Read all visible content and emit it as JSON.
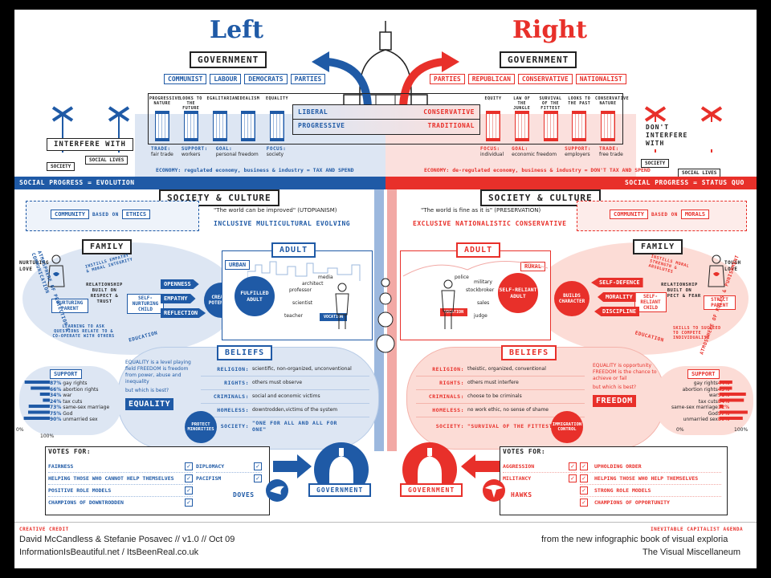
{
  "titles": {
    "left": "Left",
    "right": "Right"
  },
  "government": {
    "left_label": "GOVERNMENT",
    "right_label": "GOVERNMENT",
    "left_parties": [
      "COMMUNIST",
      "LABOUR",
      "DEMOCRATS",
      "PARTIES"
    ],
    "right_parties": [
      "PARTIES",
      "REPUBLICAN",
      "CONSERVATIVE",
      "NATIONALIST"
    ]
  },
  "pillars": {
    "left": [
      "PROGRESSIVE NATURE",
      "LOOKS TO THE FUTURE",
      "EGALITARIAN",
      "IDEALISM",
      "EQUALITY"
    ],
    "right": [
      "EQUITY",
      "LAW OF THE JUNGLE",
      "SURVIVAL OF THE FITTEST",
      "LOOKS TO THE PAST",
      "CONSERVATIVE NATURE"
    ]
  },
  "spectrum": {
    "liberal": "LIBERAL",
    "conservative": "CONSERVATIVE",
    "progressive": "PROGRESSIVE",
    "traditional": "TRADITIONAL"
  },
  "interfere": {
    "left": "INTERFERE WITH",
    "right": "DON'T INTERFERE WITH",
    "society": "SOCIETY",
    "social_lives": "SOCIAL LIVES"
  },
  "trade_left": [
    {
      "k": "TRADE:",
      "v": "fair trade"
    },
    {
      "k": "SUPPORT:",
      "v": "workers"
    },
    {
      "k": "GOAL:",
      "v": "personal freedom"
    },
    {
      "k": "FOCUS:",
      "v": "society"
    }
  ],
  "trade_right": [
    {
      "k": "FOCUS:",
      "v": "individual"
    },
    {
      "k": "GOAL:",
      "v": "economic freedom"
    },
    {
      "k": "SUPPORT:",
      "v": "employers"
    },
    {
      "k": "TRADE:",
      "v": "free trade"
    }
  ],
  "economy": {
    "left": "ECONOMY: regulated economy, business & industry = TAX AND SPEND",
    "right": "ECONOMY: de-regulated economy, business & industry = DON'T TAX AND SPEND"
  },
  "social_progress": {
    "left": "SOCIAL PROGRESS = EVOLUTION",
    "right": "SOCIAL PROGRESS = STATUS QUO"
  },
  "society_culture": {
    "label": "SOCIETY & CULTURE",
    "left_quote": "\"The world can be improved\" (UTOPIANISM)",
    "left_sub": "INCLUSIVE  MULTICULTURAL  EVOLVING",
    "right_quote": "\"The world is fine as it is\" (PRESERVATION)",
    "right_sub": "EXCLUSIVE NATIONALISTIC CONSERVATIVE",
    "community_left": "COMMUNITY",
    "based_on": "BASED ON",
    "ethics": "ETHICS",
    "community_right": "COMMUNITY",
    "morals": "MORALS"
  },
  "family": {
    "label": "FAMILY",
    "left": {
      "nurturing_love": "NURTURING LOVE",
      "instills": "INSTILLS EMPATHY & MORAL INTEGRITY",
      "parent": "NURTURING PARENT",
      "relationship": "RELATIONSHIP BUILT ON RESPECT & TRUST",
      "child": "SELF-NURTURING CHILD",
      "openness": "OPENNESS",
      "empathy": "EMPATHY",
      "reflection": "REFLECTION",
      "creates": "CREATES POTENTIAL",
      "learning": "LEARNING TO ASK QUESTIONS RELATE TO & CO-OPERATE WITH OTHERS",
      "education": "EDUCATION",
      "atmosphere": "ATMOSPHERE OF PROTECTION & COMMUNICATION"
    },
    "right": {
      "tough_love": "TOUGH LOVE",
      "instills": "INSTILLS MORAL STRENGTH & ABSOLUTES",
      "parent": "STRICT PARENT",
      "relationship": "RELATIONSHIP BUILT ON RESPECT & FEAR",
      "child": "SELF-RELIANT CHILD",
      "self_defence": "SELF-DEFENCE",
      "morality": "MORALITY",
      "discipline": "DISCIPLINE",
      "builds": "BUILDS CHARACTER",
      "skills": "SKILLS TO SUCCEED TO COMPETE INDIVIDUALISM",
      "education": "EDUCATION",
      "atmosphere": "ATMOSPHERE OF RULES & PUNISHMENT"
    }
  },
  "adult": {
    "label": "ADULT",
    "urban": "URBAN",
    "rural": "RURAL",
    "left_circle": "FULFILLED ADULT",
    "right_circle": "SELF-RELIANT ADULT",
    "vocation": "VOCATION",
    "left_jobs": [
      "architect",
      "professor",
      "media",
      "scientist",
      "teacher"
    ],
    "right_jobs": [
      "police",
      "military",
      "stockbroker",
      "sales",
      "judge"
    ]
  },
  "beliefs": {
    "label": "BELIEFS",
    "left": [
      {
        "k": "RELIGION:",
        "v": "scientific, non-organized, unconventional"
      },
      {
        "k": "RIGHTS:",
        "v": "others must observe"
      },
      {
        "k": "CRIMINALS:",
        "v": "social and economic victims"
      },
      {
        "k": "HOMELESS:",
        "v": "downtrodden,victims of the system"
      },
      {
        "k": "SOCIETY:",
        "v": "\"ONE FOR ALL AND ALL FOR ONE\""
      }
    ],
    "right": [
      {
        "k": "RELIGION:",
        "v": "theistic, organized, conventional"
      },
      {
        "k": "RIGHTS:",
        "v": "others must interfere"
      },
      {
        "k": "CRIMINALS:",
        "v": "choose to be criminals"
      },
      {
        "k": "HOMELESS:",
        "v": "no work ethic, no sense of shame"
      },
      {
        "k": "SOCIETY:",
        "v": "\"SURVIVAL OF THE FITTEST\""
      }
    ],
    "equality_text": "EQUALITY is a level playing field FREEDOM is freedom from power, abuse and inequality",
    "equality_q": "but which is best?",
    "equality": "EQUALITY",
    "freedom_text": "EQUALITY is opportunity FREEDOM is the chance to achieve or fail",
    "freedom_q": "but which is best?",
    "freedom": "FREEDOM",
    "protect": "PROTECT MINORITIES",
    "immigration": "IMMIGRATION CONTROL"
  },
  "support": {
    "label": "SUPPORT",
    "left": [
      {
        "pct": "87%",
        "item": "gay rights"
      },
      {
        "pct": "66%",
        "item": "abortion rights"
      },
      {
        "pct": "34%",
        "item": "war"
      },
      {
        "pct": "24%",
        "item": "tax cuts"
      },
      {
        "pct": "73%",
        "item": "same-sex marriage"
      },
      {
        "pct": "75%",
        "item": "God"
      },
      {
        "pct": "90%",
        "item": "unmarried sex"
      }
    ],
    "right": [
      {
        "pct": "44%",
        "item": "gay rights"
      },
      {
        "pct": "43%",
        "item": "abortion rights"
      },
      {
        "pct": "91%",
        "item": "war"
      },
      {
        "pct": "84%",
        "item": "tax cuts"
      },
      {
        "pct": "12%",
        "item": "same-sex marriage"
      },
      {
        "pct": "97%",
        "item": "God"
      },
      {
        "pct": "80%",
        "item": "unmarried sex"
      }
    ],
    "zero": "0%",
    "hundred": "100%"
  },
  "votes": {
    "label": "VOTES FOR:",
    "left_col1": [
      "FAIRNESS",
      "HELPING THOSE WHO CANNOT HELP THEMSELVES",
      "POSITIVE ROLE MODELS",
      "CHAMPIONS OF DOWNTRODDEN"
    ],
    "left_col2": [
      "DIPLOMACY",
      "PACIFISM"
    ],
    "right_col1": [
      "AGGRESSION",
      "MILITANCY"
    ],
    "right_col2": [
      "UPHOLDING ORDER",
      "HELPING THOSE WHO HELP THEMSELVES",
      "STRONG ROLE MODELS",
      "CHAMPIONS OF OPPORTUNITY"
    ],
    "doves": "DOVES",
    "hawks": "HAWKS",
    "government": "GOVERNMENT"
  },
  "footer": {
    "credit_label": "CREATIVE CREDIT",
    "credit": "David McCandless & Stefanie Posavec // v1.0 // Oct 09",
    "url": "InformationIsBeautiful.net / ItsBeenReal.co.uk",
    "agenda": "INEVITABLE CAPITALIST AGENDA",
    "book": "from the new infographic book of visual exploria",
    "title": "The Visual Miscellaneum"
  },
  "colors": {
    "left": "#1f5aa6",
    "right": "#e8302a"
  }
}
